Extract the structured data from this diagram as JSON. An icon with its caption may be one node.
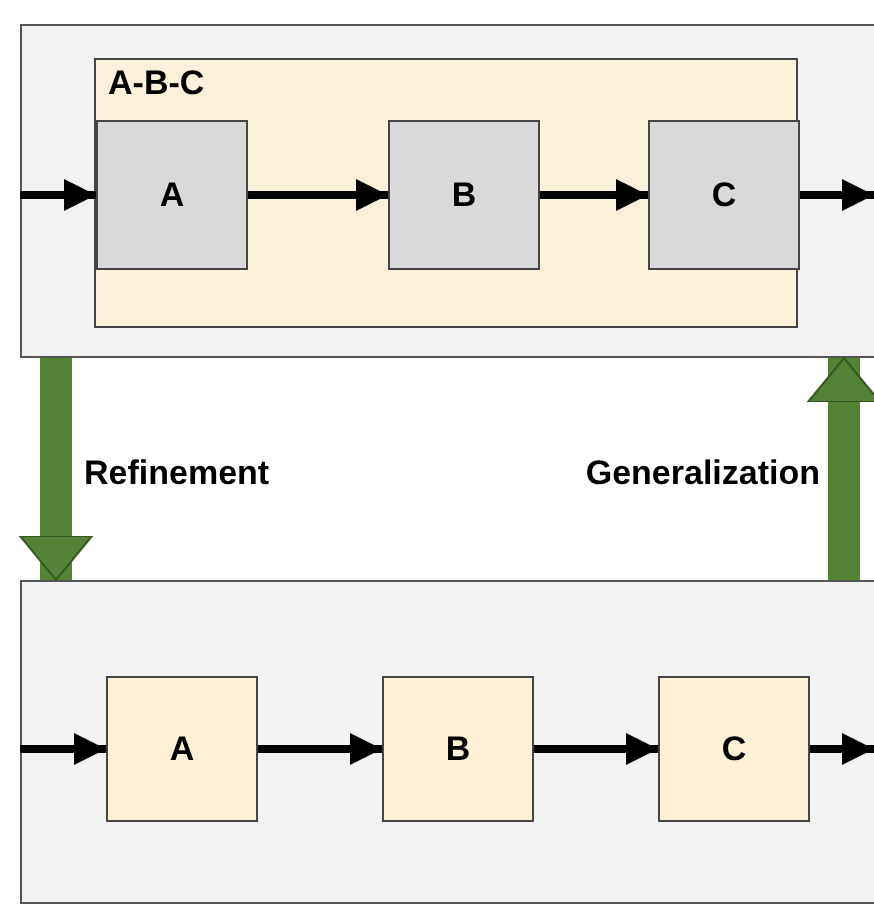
{
  "diagram": {
    "nodes": [
      {
        "text": [],
        "shape": "box"
      },
      {
        "text": [
          "A-B-C"
        ],
        "in": 0
      },
      {
        "text": [
          "A"
        ],
        "in": 1
      },
      {
        "text": [
          "B"
        ],
        "in": 1
      },
      {
        "text": [
          "C"
        ],
        "in": 1
      },
      {
        "text": [],
        "shape": "box"
      },
      {
        "text": [
          "A"
        ],
        "in": 5
      },
      {
        "text": [
          "B"
        ],
        "in": 5
      },
      {
        "text": [
          "C"
        ],
        "in": 5
      }
    ],
    "edges": [
      {
        "from": null,
        "to": 2,
        "arrow": "to"
      },
      {
        "from": 2,
        "to": 3,
        "arrow": "to"
      },
      {
        "from": 3,
        "to": 4,
        "arrow": "to"
      },
      {
        "from": 4,
        "to": null,
        "arrow": "to"
      },
      {
        "from": 0,
        "to": 5,
        "arrow": "to",
        "label": "Refinement",
        "style": "thick",
        "color": "#548235"
      },
      {
        "from": 5,
        "to": 0,
        "arrow": "to",
        "label": "Generalization",
        "style": "thick",
        "color": "#548235"
      },
      {
        "from": null,
        "to": 6,
        "arrow": "to"
      },
      {
        "from": 6,
        "to": 7,
        "arrow": "to"
      },
      {
        "from": 7,
        "to": 8,
        "arrow": "to"
      },
      {
        "from": 8,
        "to": null,
        "arrow": "to"
      }
    ]
  }
}
